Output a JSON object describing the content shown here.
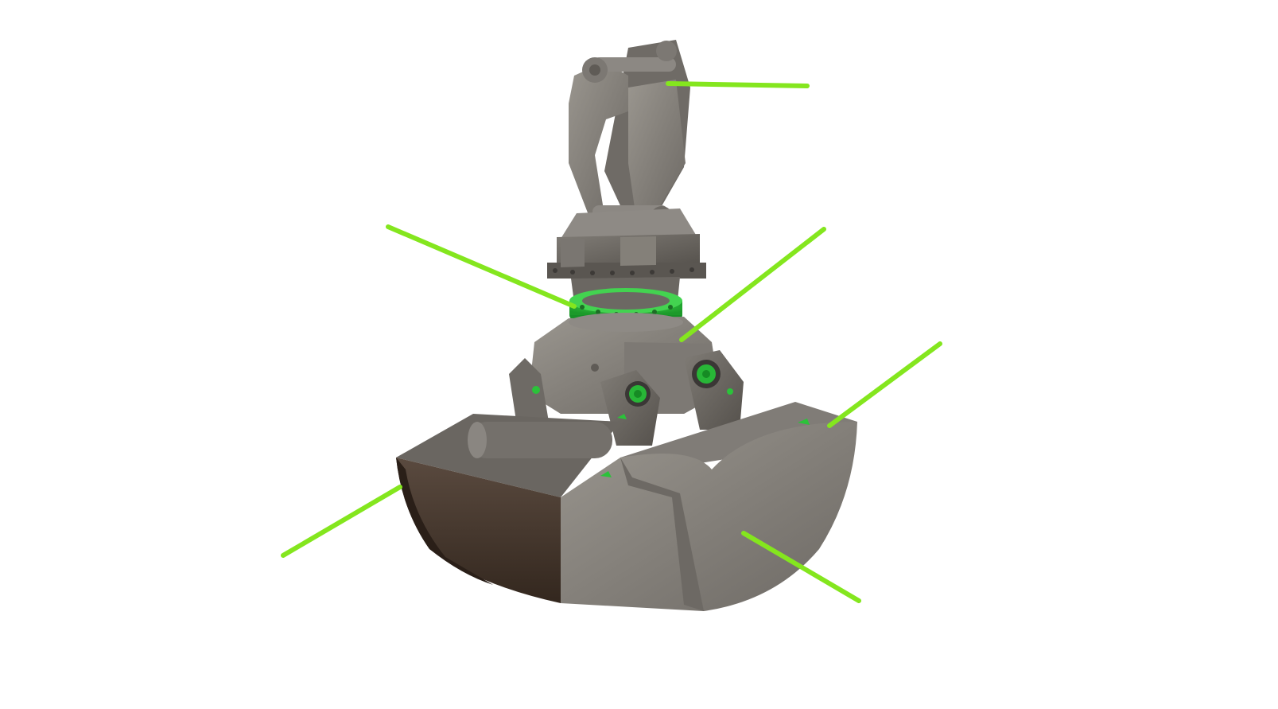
{
  "diagram": {
    "subject": "",
    "background": "#ffffff",
    "colors": {
      "leader_line": "#84e61e",
      "accent_green": "#2bc23a",
      "steel_light": "#8f8b86",
      "steel_mid": "#77736e",
      "steel_dark": "#5d5955",
      "bucket_inner": "#4a3a31",
      "bucket_inner_dark": "#36291f"
    },
    "callout_count": 6,
    "callouts": [
      {
        "id": "hanger",
        "label": ""
      },
      {
        "id": "rotator-ring",
        "label": ""
      },
      {
        "id": "housing",
        "label": ""
      },
      {
        "id": "right-shell-edge",
        "label": ""
      },
      {
        "id": "left-shell",
        "label": ""
      },
      {
        "id": "right-shell-face",
        "label": ""
      }
    ]
  }
}
